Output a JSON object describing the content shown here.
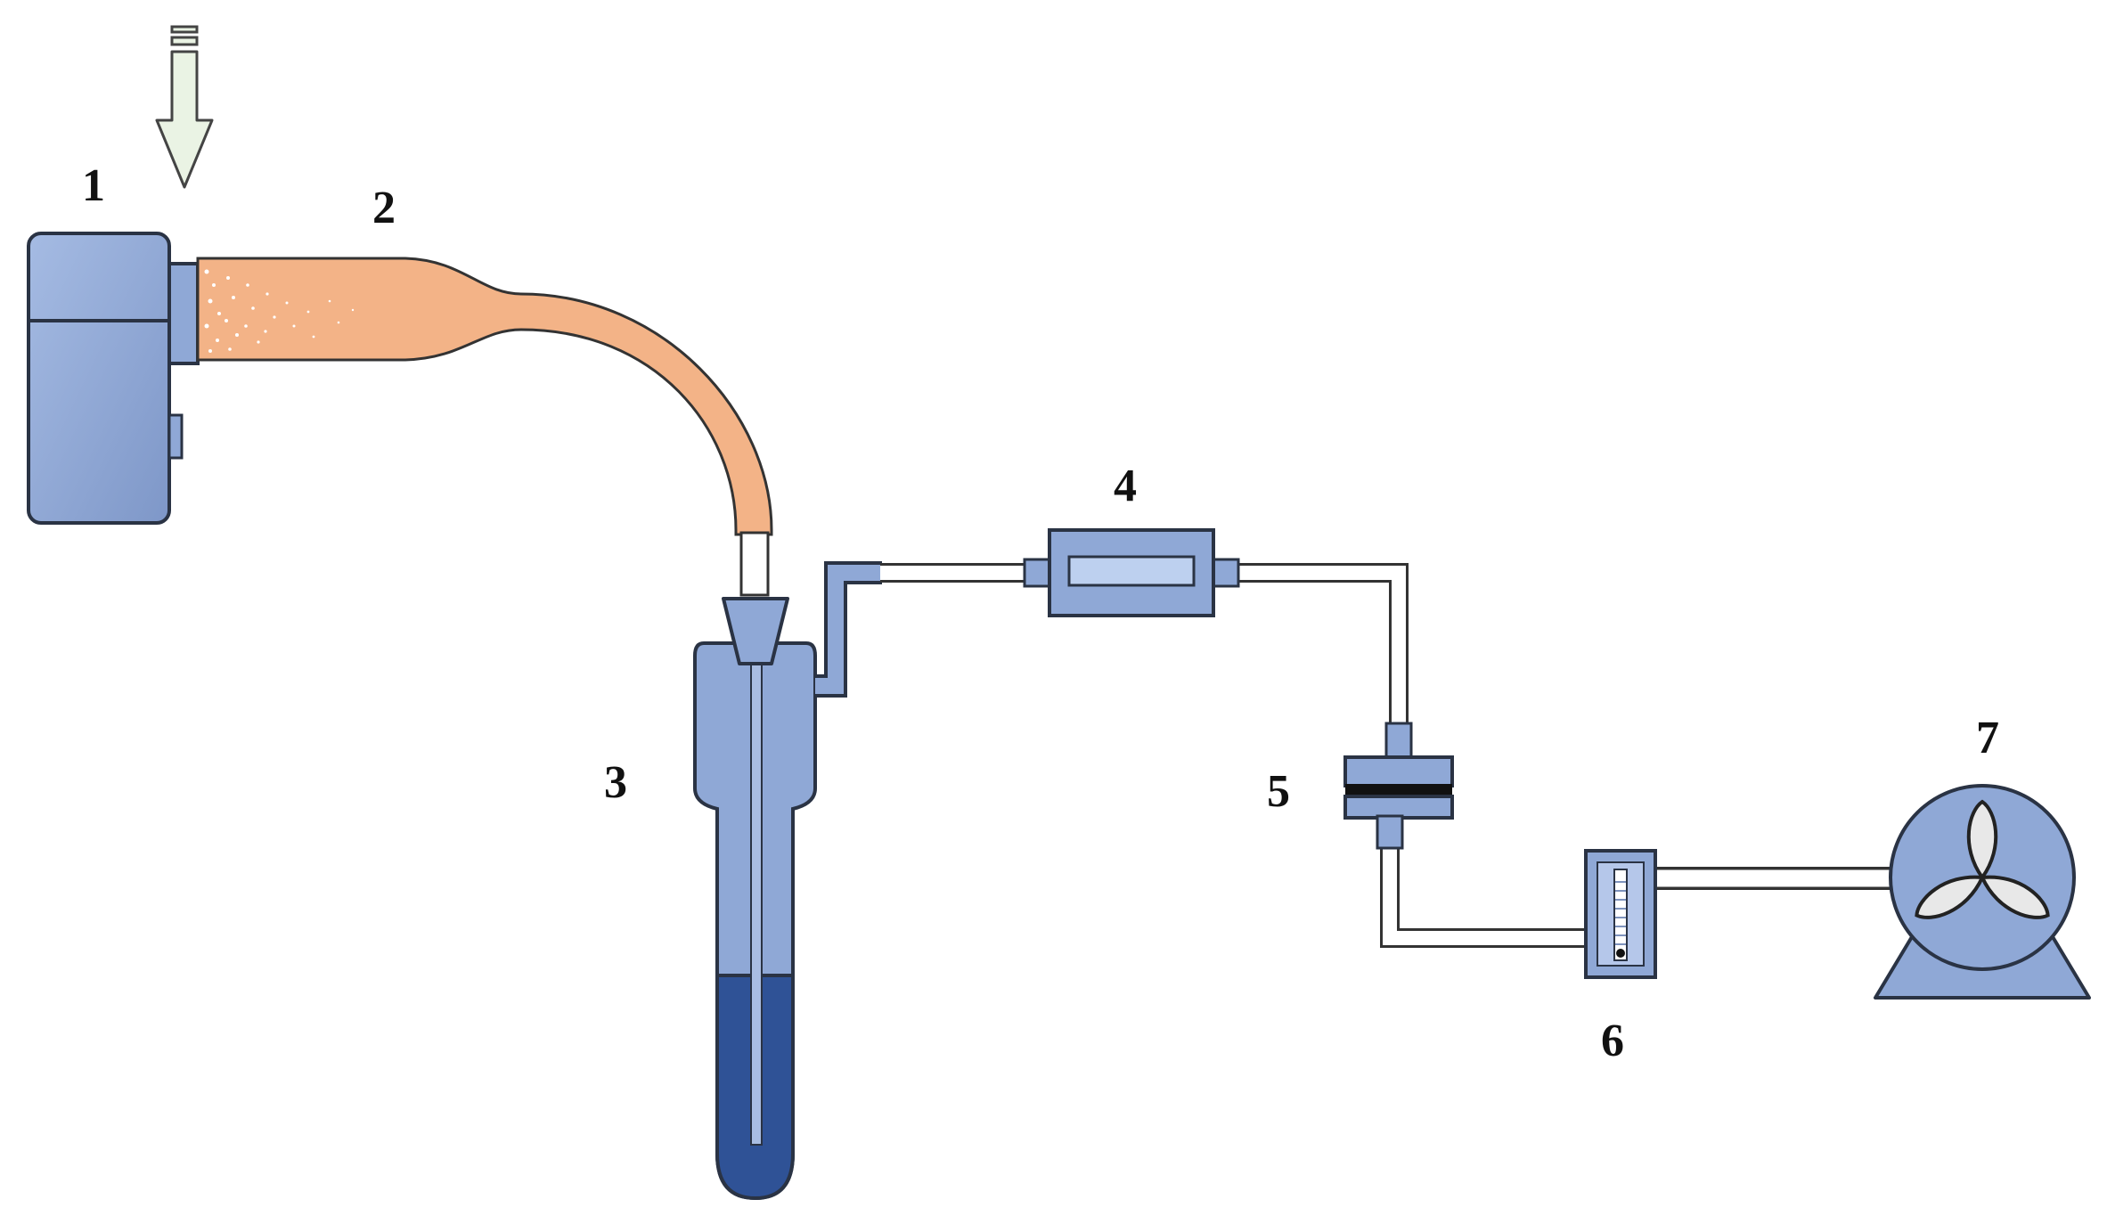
{
  "labels": {
    "l1": "1",
    "l2": "2",
    "l3": "3",
    "l4": "4",
    "l5": "5",
    "l6": "6",
    "l7": "7"
  },
  "colors": {
    "device_blue": "#8fa8d6",
    "device_stroke": "#2a3344",
    "tube_orange": "#f3b387",
    "liquid_blue": "#2f5296",
    "arrow_green": "#eaf3e4"
  },
  "icons": [
    "inlet-arrow-icon",
    "fan-blade-icon"
  ]
}
